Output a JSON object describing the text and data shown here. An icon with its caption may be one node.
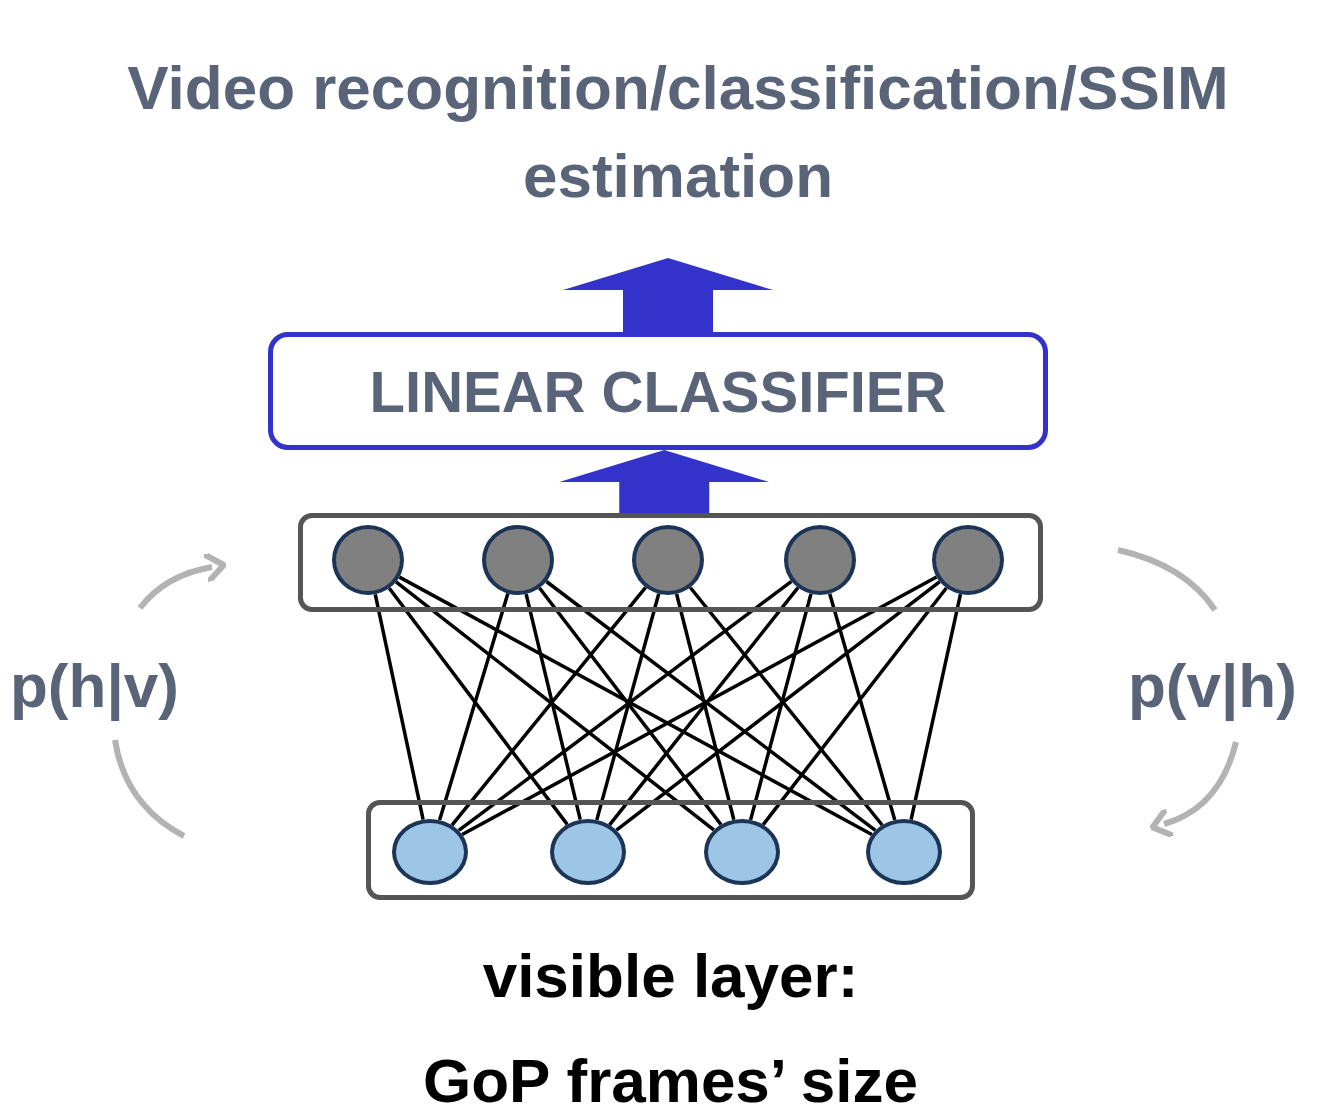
{
  "diagram": {
    "nodes": [
      {
        "text": [
          "Video recognition/classification/SSIM estimation"
        ]
      },
      {
        "text": [
          "LINEAR CLASSIFIER"
        ]
      },
      {
        "text": [],
        "shape": "box"
      },
      {
        "text": [],
        "shape": "circle",
        "in": 2
      },
      {
        "text": [],
        "shape": "circle",
        "in": 2
      },
      {
        "text": [],
        "shape": "circle",
        "in": 2
      },
      {
        "text": [],
        "shape": "circle",
        "in": 2
      },
      {
        "text": [],
        "shape": "circle",
        "in": 2
      },
      {
        "text": [],
        "shape": "box",
        "beside": [
          "visible layer:",
          "GoP frames’ size"
        ]
      },
      {
        "text": [],
        "shape": "circle",
        "in": 8
      },
      {
        "text": [],
        "shape": "circle",
        "in": 8
      },
      {
        "text": [],
        "shape": "circle",
        "in": 8
      },
      {
        "text": [],
        "shape": "circle",
        "in": 8
      }
    ],
    "edges": [
      {
        "from": 2,
        "to": 1,
        "arrow": "to",
        "style": "thick",
        "color": "#3333cc"
      },
      {
        "from": 1,
        "to": 0,
        "arrow": "to",
        "style": "thick",
        "color": "#3333cc"
      },
      {
        "from": 3,
        "to": 9,
        "arrow": "none"
      },
      {
        "from": 3,
        "to": 10,
        "arrow": "none"
      },
      {
        "from": 3,
        "to": 11,
        "arrow": "none"
      },
      {
        "from": 3,
        "to": 12,
        "arrow": "none"
      },
      {
        "from": 4,
        "to": 9,
        "arrow": "none"
      },
      {
        "from": 4,
        "to": 10,
        "arrow": "none"
      },
      {
        "from": 4,
        "to": 11,
        "arrow": "none"
      },
      {
        "from": 4,
        "to": 12,
        "arrow": "none"
      },
      {
        "from": 5,
        "to": 9,
        "arrow": "none"
      },
      {
        "from": 5,
        "to": 10,
        "arrow": "none"
      },
      {
        "from": 5,
        "to": 11,
        "arrow": "none"
      },
      {
        "from": 5,
        "to": 12,
        "arrow": "none"
      },
      {
        "from": 6,
        "to": 9,
        "arrow": "none"
      },
      {
        "from": 6,
        "to": 10,
        "arrow": "none"
      },
      {
        "from": 6,
        "to": 11,
        "arrow": "none"
      },
      {
        "from": 6,
        "to": 12,
        "arrow": "none"
      },
      {
        "from": 7,
        "to": 9,
        "arrow": "none"
      },
      {
        "from": 7,
        "to": 10,
        "arrow": "none"
      },
      {
        "from": 7,
        "to": 11,
        "arrow": "none"
      },
      {
        "from": 7,
        "to": 12,
        "arrow": "none"
      }
    ],
    "labels": [
      "p(h|v)",
      "p(v|h)"
    ]
  }
}
